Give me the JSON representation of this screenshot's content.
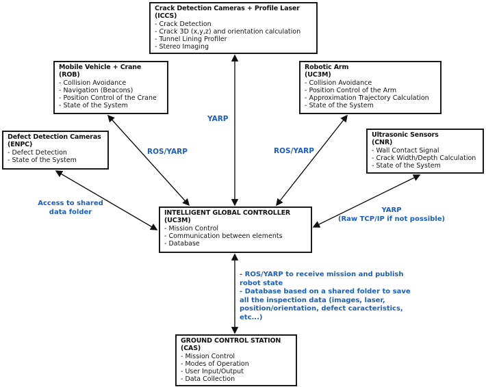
{
  "colors": {
    "background": "#ffffff",
    "box_border": "#1a1a1a",
    "text": "#111111",
    "label_blue": "#1b5ebe"
  },
  "boxes": {
    "iccs": {
      "title": "Crack Detection Cameras + Profile Laser",
      "code": "(ICCS)",
      "items": [
        "- Crack Detection",
        "- Crack 3D (x,y,z) and orientation calculation",
        "- Tunnel Lining Profiler",
        "- Stereo Imaging"
      ]
    },
    "rob": {
      "title": "Mobile Vehicle + Crane",
      "code": "(ROB)",
      "items": [
        "- Collision Avoidance",
        "- Navigation (Beacons)",
        "- Position Control of the Crane",
        "- State of the System"
      ]
    },
    "arm": {
      "title": "Robotic Arm",
      "code": "(UC3M)",
      "items": [
        "- Collision Avoidance",
        "- Position Control of the Arm",
        "- Approximation Trajectory Calculation",
        "- State of the System"
      ]
    },
    "enpc": {
      "title": "Defect Detection Cameras",
      "code": "(ENPC)",
      "items": [
        "- Defect Detection",
        "- State of the System"
      ]
    },
    "cnr": {
      "title": "Ultrasonic Sensors",
      "code": "(CNR)",
      "items": [
        "- Wall Contact Signal",
        "- Crack Width/Depth Calculation",
        "- State of the System"
      ]
    },
    "controller": {
      "title": "INTELLIGENT GLOBAL CONTROLLER",
      "code": "(UC3M)",
      "items": [
        "- Mission Control",
        "- Communication between elements",
        "- Database"
      ]
    },
    "gcs": {
      "title": "GROUND CONTROL STATION",
      "code": "(CAS)",
      "items": [
        "- Mission Control",
        "- Modes of Operation",
        "- User Input/Output",
        "- Data Collection"
      ]
    }
  },
  "edge_labels": {
    "yarp_top": "YARP",
    "ros_yarp_left": "ROS/YARP",
    "ros_yarp_right": "ROS/YARP",
    "access_line1": "Access to shared",
    "access_line2": "data folder",
    "cnr_line1": "YARP",
    "cnr_line2": "(Raw TCP/IP if not possible)",
    "gcs_note_line1": "- ROS/YARP to receive mission and publish",
    "gcs_note_line2": "robot state",
    "gcs_note_line3": "- Database based on a shared folder to save",
    "gcs_note_line4": "all the inspection data (images, laser,",
    "gcs_note_line5": "position/orientation, defect caracteristics,",
    "gcs_note_line6": "etc...)"
  }
}
